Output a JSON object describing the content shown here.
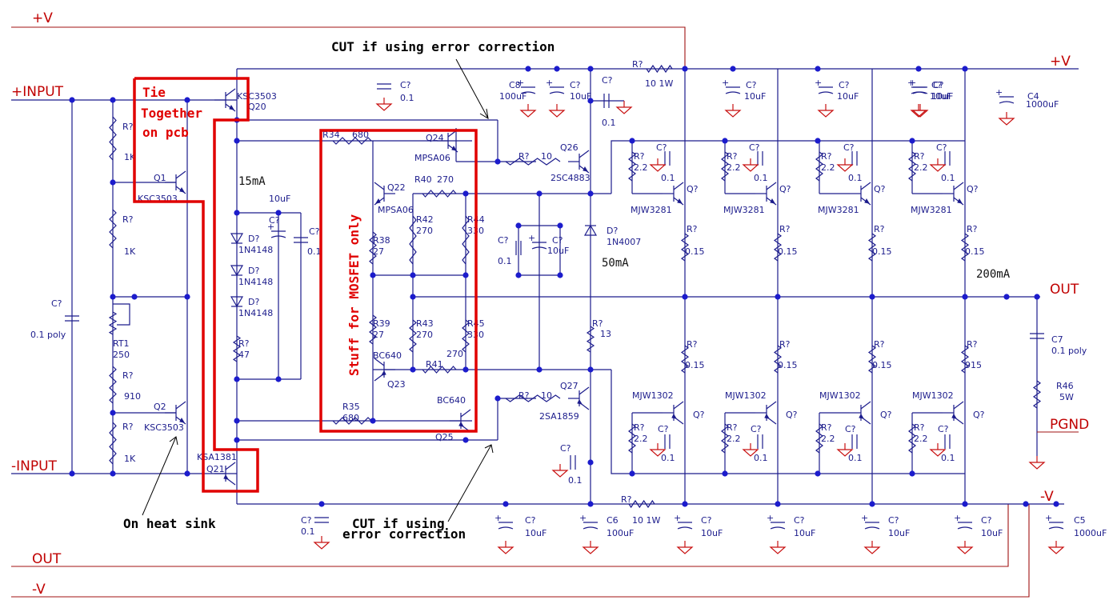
{
  "nets": {
    "vplus_top": "+V",
    "vplus_right": "+V",
    "input_plus": "+INPUT",
    "input_minus": "-INPUT",
    "out_bottom": "OUT",
    "vminus_bottom": "-V",
    "out_right": "OUT",
    "pgnd": "PGND",
    "vminus_right": "-V"
  },
  "annotations": {
    "cut_top": "CUT if using error correction",
    "cut_bottom_1": "CUT if using",
    "cut_bottom_2": "error correction",
    "tie_1": "Tie",
    "tie_2": "Together",
    "tie_3": "on pcb",
    "heat_sink": "On heat sink",
    "mosfet": "Stuff for MOSFET only",
    "current_15": "15mA",
    "current_50": "50mA",
    "current_200": "200mA"
  },
  "components": [
    {
      "id": "q20",
      "ref": "Q20",
      "value": "KSC3503"
    },
    {
      "id": "q1",
      "ref": "Q1",
      "value": "KSC3503"
    },
    {
      "id": "q2",
      "ref": "Q2",
      "value": "KSC3503"
    },
    {
      "id": "q21",
      "ref": "Q21",
      "value": "KSA1381"
    },
    {
      "id": "q24",
      "ref": "Q24",
      "value": "MPSA06"
    },
    {
      "id": "q22",
      "ref": "Q22",
      "value": "MPSA06"
    },
    {
      "id": "q23",
      "ref": "Q23",
      "value": "BC640"
    },
    {
      "id": "q25",
      "ref": "Q25",
      "value": "BC640"
    },
    {
      "id": "q26",
      "ref": "Q26",
      "value": "2SC4883"
    },
    {
      "id": "q27",
      "ref": "Q27",
      "value": "2SA1859"
    },
    {
      "id": "r_top_1k",
      "ref": "R?",
      "value": "1K"
    },
    {
      "id": "r_mid_1k",
      "ref": "R?",
      "value": "1K"
    },
    {
      "id": "rt1",
      "ref": "RT1",
      "value": "250"
    },
    {
      "id": "r910",
      "ref": "R?",
      "value": "910"
    },
    {
      "id": "r_bot_1k",
      "ref": "R?",
      "value": "1K"
    },
    {
      "id": "c_in",
      "ref": "C?",
      "value": "0.1 poly"
    },
    {
      "id": "r34",
      "ref": "R34",
      "value": "680"
    },
    {
      "id": "r35",
      "ref": "R35",
      "value": "680"
    },
    {
      "id": "r40",
      "ref": "R40",
      "value": "270"
    },
    {
      "id": "r41",
      "ref": "R41",
      "value": "270"
    },
    {
      "id": "r42",
      "ref": "R42",
      "value": "270"
    },
    {
      "id": "r43",
      "ref": "R43",
      "value": "270"
    },
    {
      "id": "r44",
      "ref": "R44",
      "value": "330"
    },
    {
      "id": "r45",
      "ref": "R45",
      "value": "330"
    },
    {
      "id": "r38",
      "ref": "R38",
      "value": "27"
    },
    {
      "id": "r39",
      "ref": "R39",
      "value": "27"
    },
    {
      "id": "d1",
      "ref": "D?",
      "value": "1N4148"
    },
    {
      "id": "d2",
      "ref": "D?",
      "value": "1N4148"
    },
    {
      "id": "d3",
      "ref": "D?",
      "value": "1N4148"
    },
    {
      "id": "r47",
      "ref": "R?",
      "value": "47"
    },
    {
      "id": "c_bias_e",
      "ref": "C?",
      "value": "10uF"
    },
    {
      "id": "c_bias",
      "ref": "C?",
      "value": "0.1"
    },
    {
      "id": "c_top_01",
      "ref": "C?",
      "value": "0.1"
    },
    {
      "id": "c8",
      "ref": "C8",
      "value": "100uF"
    },
    {
      "id": "c_10u_top",
      "ref": "C?",
      "value": "10uF"
    },
    {
      "id": "c_01_top2",
      "ref": "C?",
      "value": "0.1"
    },
    {
      "id": "r_10_1w_top",
      "ref": "R?",
      "value": "10 1W"
    },
    {
      "id": "r_10_top",
      "ref": "R?",
      "value": "10"
    },
    {
      "id": "r_10_bot",
      "ref": "R?",
      "value": "10"
    },
    {
      "id": "d_1n4007",
      "ref": "D?",
      "value": "1N4007"
    },
    {
      "id": "c_mid_01",
      "ref": "C?",
      "value": "0.1"
    },
    {
      "id": "c_mid_10u",
      "ref": "C?",
      "value": "10uF"
    },
    {
      "id": "r13",
      "ref": "R?",
      "value": "13"
    },
    {
      "id": "c_bot_01_l",
      "ref": "C?",
      "value": "0.1"
    },
    {
      "id": "c_bot_01_r",
      "ref": "C?",
      "value": "0.1"
    },
    {
      "id": "c6",
      "ref": "C6",
      "value": "100uF"
    },
    {
      "id": "c_10u_bot",
      "ref": "C?",
      "value": "10uF"
    },
    {
      "id": "r_10_1w_bot",
      "ref": "R?",
      "value": "10 1W"
    },
    {
      "id": "c4",
      "ref": "C4",
      "value": "1000uF"
    },
    {
      "id": "c5",
      "ref": "C5",
      "value": "1000uF"
    },
    {
      "id": "c7",
      "ref": "C7",
      "value": "0.1 poly"
    },
    {
      "id": "r46",
      "ref": "R46",
      "value": "5W"
    }
  ],
  "outputs": {
    "npn_value": "MJW3281",
    "pnp_value": "MJW1302",
    "q_ref": "Q?",
    "base_r_ref": "R?",
    "base_r_value": "2.2",
    "base_c_ref": "C?",
    "base_c_value": "0.1",
    "emit_r_ref": "R?",
    "emit_r_values_top": [
      "0.15",
      "0.15",
      "0.15",
      "0.15"
    ],
    "emit_r_values_bot": [
      "0.15",
      "0.15",
      "0.15",
      "915"
    ],
    "rail_c_ref": "C?",
    "rail_c_value": "10uF"
  }
}
